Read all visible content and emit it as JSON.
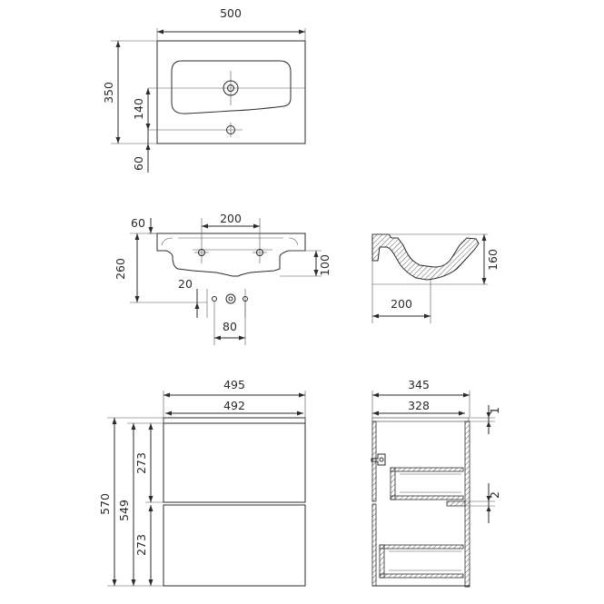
{
  "sink_top_view": {
    "width": "500",
    "depth": "350",
    "tap_offset": "140",
    "edge_offset": "60"
  },
  "sink_front_view": {
    "edge_offset": "60",
    "hole_spacing": "200",
    "height": "260",
    "bowl_depth": "100",
    "waste_offset": "20",
    "waste_width": "80"
  },
  "sink_side_view": {
    "height": "160",
    "depth": "200"
  },
  "cabinet_front_view": {
    "outer_width": "495",
    "inner_width": "492",
    "total_height": "570",
    "cabinet_height": "549",
    "upper_drawer": "273",
    "lower_drawer": "273"
  },
  "cabinet_side_view": {
    "outer_depth": "345",
    "inner_depth": "328",
    "top_gap": "1",
    "drawer_gap": "2"
  }
}
